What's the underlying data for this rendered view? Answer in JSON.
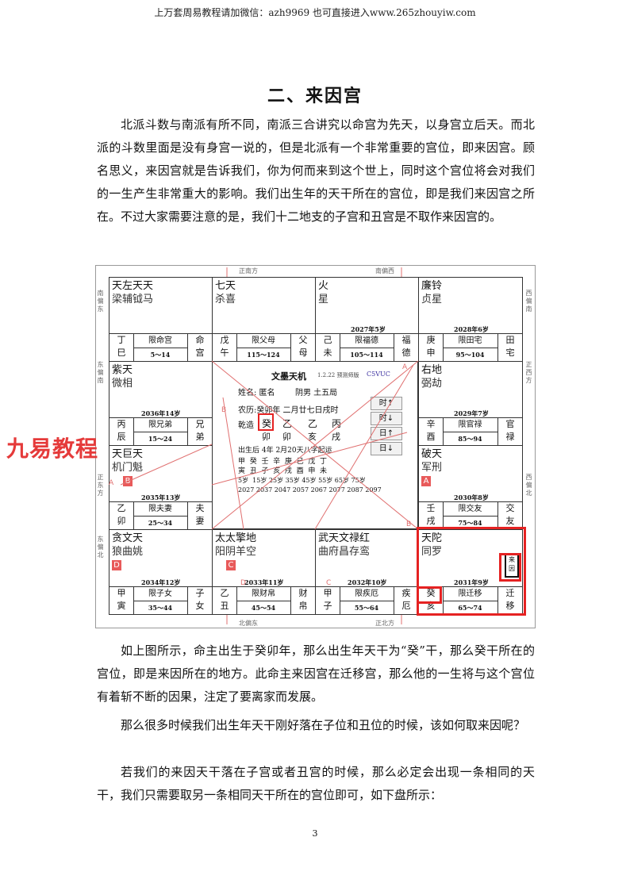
{
  "header": "上万套周易教程请加微信：azh9969   也可直接进入www.265zhouyiw.com",
  "title": "二、来因宫",
  "paragraphs_top": [
    "北派斗数与南派有所不同，南派三合讲究以命宫为先天，以身宫立后天。而北派的斗数里面是没有身宫一说的，但是北派有一个非常重要的宫位，即来因宫。顾名思义，来因宫就是告诉我们，你为何而来到这个世上，同时这个宫位将会对我们的一生产生非常重大的影响。我们出生年的天干所在的宫位，即是我们来因宫之所在。不过大家需要注意的是，我们十二地支的子宫和丑宫是不取作来因宫的。"
  ],
  "paragraphs_bottom": [
    "如上图所示，命主出生于癸卯年，那么出生年天干为“癸”干，那么癸干所在的宫位，即是来因所在的地方。此命主来因宫在迁移宫，那么他的一生将与这个宫位有着斩不断的因果，注定了要离家而发展。",
    "那么很多时候我们出生年天干刚好落在子位和丑位的时候，该如何取来因呢？",
    "若我们的来因天干落在子宫或者丑宫的时候，那么必定会出现一条相同的天干，我们只需要取另一条相同天干所在的宫位即可，如下盘所示："
  ],
  "watermark": "九易教程",
  "page_number": "3",
  "chart": {
    "directions": {
      "top_left": "正南方",
      "top_right": "南偏西",
      "bottom_left": "北偏东",
      "bottom_right": "正北方",
      "left_1": "南偏东",
      "left_2": "东偏南",
      "left_3": "正东方",
      "left_4": "东偏北",
      "right_1": "西偏南",
      "right_2": "正西方",
      "right_3": "西偏北"
    },
    "palaces": [
      {
        "id": "si",
        "stars1": "天左天天",
        "stars2": "梁辅钺马",
        "age": "",
        "gz1": "丁",
        "gz2": "巳",
        "name": "限命宫",
        "range": "5～14",
        "gong1": "命",
        "gong2": "宫",
        "badge": ""
      },
      {
        "id": "wu",
        "stars1": "七天",
        "stars2": "杀喜",
        "age": "",
        "gz1": "戊",
        "gz2": "午",
        "name": "限父母",
        "range": "115～124",
        "gong1": "父",
        "gong2": "母",
        "badge": ""
      },
      {
        "id": "wei",
        "stars1": "火",
        "stars2": "星",
        "age": "2027年5岁",
        "gz1": "己",
        "gz2": "未",
        "name": "限福德",
        "range": "105～114",
        "gong1": "福",
        "gong2": "德",
        "badge": ""
      },
      {
        "id": "shen",
        "stars1": "廉铃",
        "stars2": "贞星",
        "age": "2028年6岁",
        "gz1": "庚",
        "gz2": "申",
        "name": "限田宅",
        "range": "95～104",
        "gong1": "田",
        "gong2": "宅",
        "badge": ""
      },
      {
        "id": "chen",
        "stars1": "紫天",
        "stars2": "微相",
        "age": "2036年14岁",
        "gz1": "丙",
        "gz2": "辰",
        "name": "限兄弟",
        "range": "15～24",
        "gong1": "兄",
        "gong2": "弟",
        "badge": ""
      },
      {
        "id": "you",
        "stars1": "右地",
        "stars2": "弼劫",
        "age": "2029年7岁",
        "gz1": "辛",
        "gz2": "酉",
        "name": "限官禄",
        "range": "85～94",
        "gong1": "官",
        "gong2": "禄",
        "badge": ""
      },
      {
        "id": "mao",
        "stars1": "天巨天",
        "stars2": "机门魁",
        "age": "2035年13岁",
        "gz1": "乙",
        "gz2": "卯",
        "name": "限夫妻",
        "range": "25～34",
        "gong1": "夫",
        "gong2": "妻",
        "badge": "B"
      },
      {
        "id": "xu",
        "stars1": "破天",
        "stars2": "军刑",
        "age": "2030年8岁",
        "gz1": "壬",
        "gz2": "戌",
        "name": "限交友",
        "range": "75～84",
        "gong1": "交",
        "gong2": "友",
        "badge": "A"
      },
      {
        "id": "yin",
        "stars1": "贪文天",
        "stars2": "狼曲姚",
        "age": "2034年12岁",
        "gz1": "甲",
        "gz2": "寅",
        "name": "限子女",
        "range": "35～44",
        "gong1": "子",
        "gong2": "女",
        "badge": "D"
      },
      {
        "id": "chou",
        "stars1": "太太擎地",
        "stars2": "阳阴羊空",
        "age": "2033年11岁",
        "gz1": "乙",
        "gz2": "丑",
        "name": "限财帛",
        "range": "45～54",
        "gong1": "财",
        "gong2": "帛",
        "badge": "C"
      },
      {
        "id": "zi",
        "stars1": "武天文禄红",
        "stars2": "曲府昌存鸾",
        "age": "2032年10岁",
        "gz1": "甲",
        "gz2": "子",
        "name": "限疾厄",
        "range": "55～64",
        "gong1": "疾",
        "gong2": "厄",
        "badge": ""
      },
      {
        "id": "hai",
        "stars1": "天陀",
        "stars2": "同罗",
        "age": "2031年9岁",
        "gz1": "癸",
        "gz2": "亥",
        "name": "限迁移",
        "range": "65～74",
        "gong1": "迁",
        "gong2": "移",
        "badge": ""
      }
    ],
    "center": {
      "app": "文墨天机",
      "version": "1.2.22 预测师版",
      "code": "C5VUC",
      "name_line": "姓名: 匿名        阴男 土五局",
      "lunar": "农历:癸卯年 二月廿七日戌时",
      "ganzhi_label": "乾造",
      "gan": [
        "癸",
        "乙",
        "乙",
        "丙"
      ],
      "zhi": [
        "卯",
        "卯",
        "亥",
        "戌"
      ],
      "solar": "出生后 4年 2月20天八字起运",
      "dayun_gan": "甲  癸  壬  辛  庚  己  戊  丁",
      "dayun_zhi": "寅  丑  子  亥  戌  酉  申  未",
      "ages": "5岁  15岁 25岁 35岁 45岁 55岁 65岁 75岁",
      "years": "2027 2037 2047 2057 2067 2077 2087 2097",
      "buttons": [
        "时↑",
        "时↓",
        "日↑",
        "日↓"
      ]
    },
    "hai_mark": "来因",
    "line_labels": [
      "A",
      "B",
      "A",
      "B",
      "C",
      "D"
    ]
  }
}
